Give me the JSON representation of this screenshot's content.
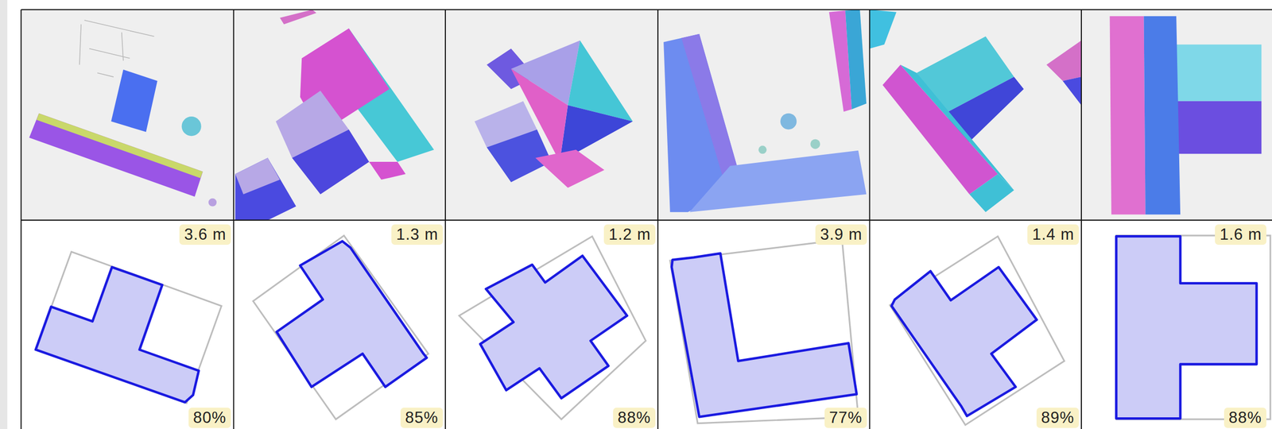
{
  "diagram": {
    "labels": [
      "3.6 m",
      "80%",
      "1.3 m",
      "85%",
      "1.2 m",
      "88%",
      "3.9 m",
      "77%",
      "1.4 m",
      "89%",
      "1.6 m",
      "88%"
    ]
  }
}
